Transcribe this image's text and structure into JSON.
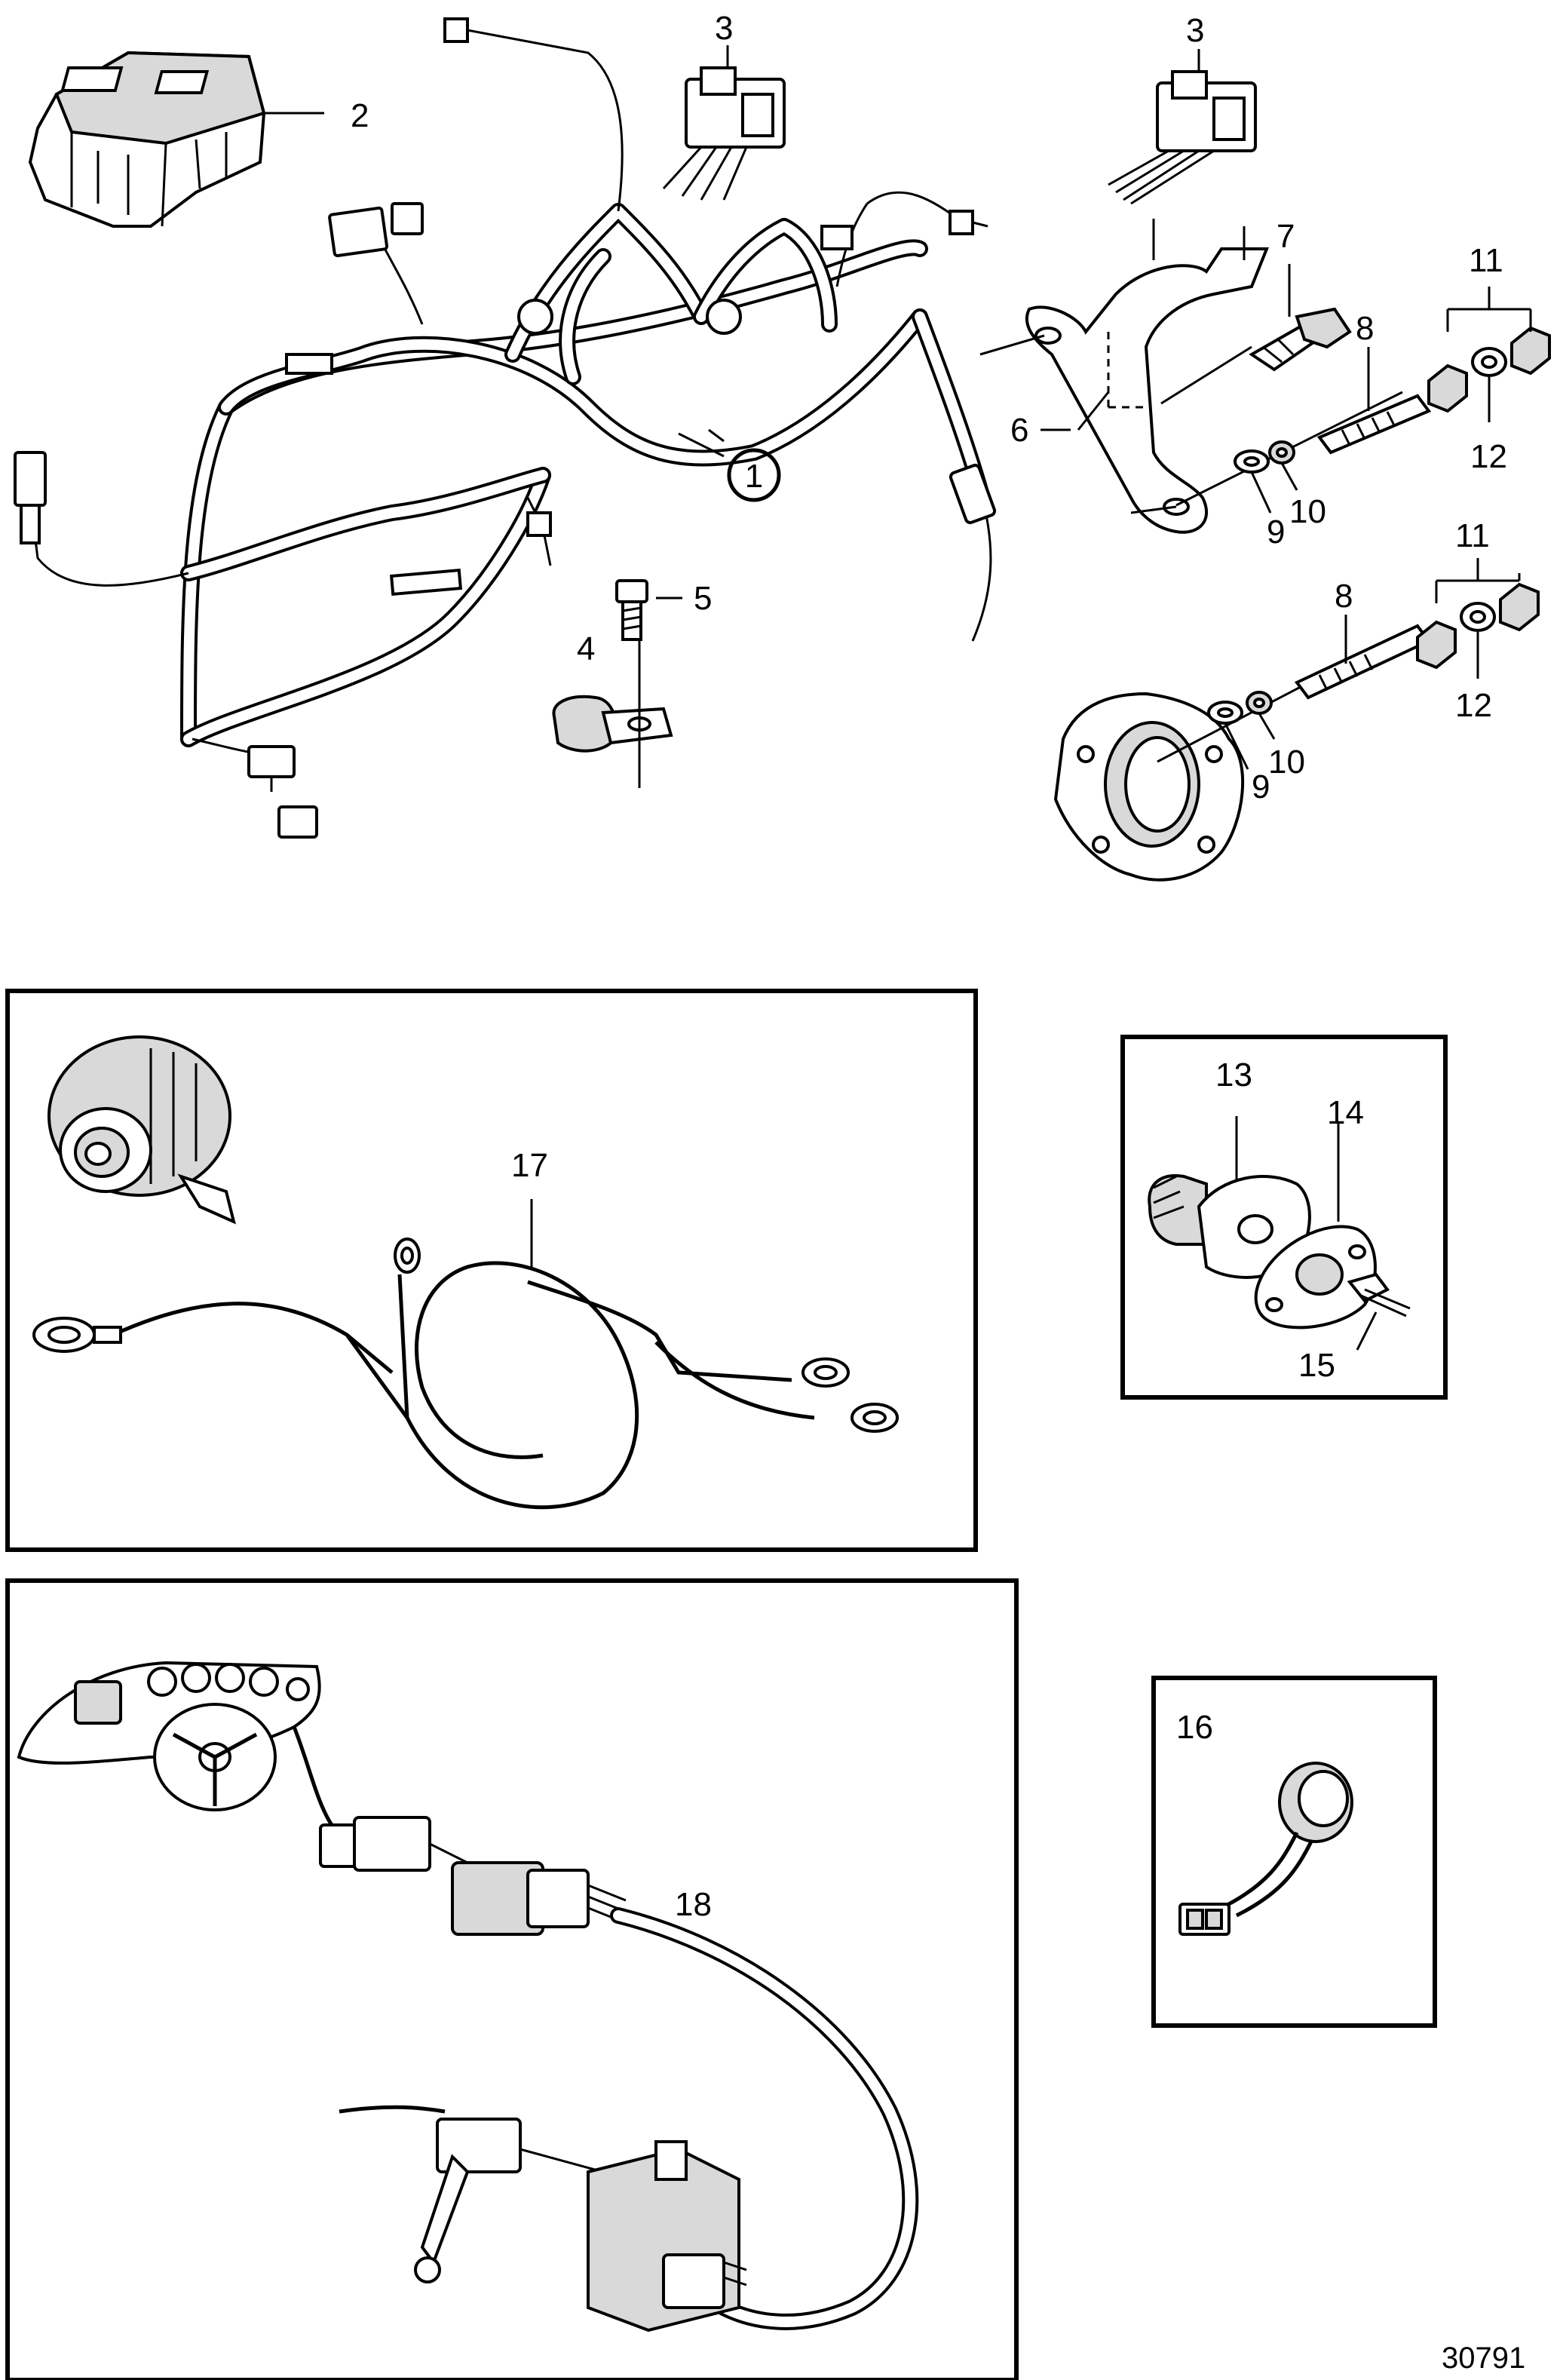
{
  "labels": {
    "p1": "1",
    "p2": "2",
    "p3a": "3",
    "p3b": "3",
    "p4": "4",
    "p5": "5",
    "p6": "6",
    "p7": "7",
    "p8a": "8",
    "p8b": "8",
    "p9a": "9",
    "p9b": "9",
    "p10a": "10",
    "p10b": "10",
    "p11a": "11",
    "p11b": "11",
    "p12a": "12",
    "p12b": "12",
    "p13": "13",
    "p14": "14",
    "p15": "15",
    "p16": "16",
    "p17": "17",
    "p18": "18"
  },
  "figure_ref": "30791"
}
